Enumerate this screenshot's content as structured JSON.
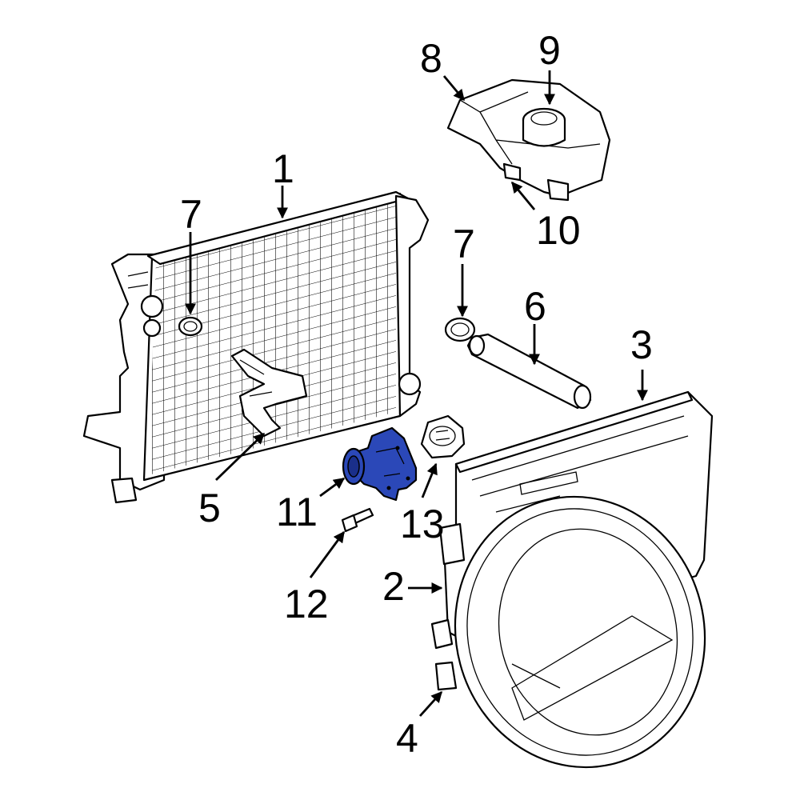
{
  "colors": {
    "highlight": "#2b48b8",
    "highlight_dark": "#1a2f8a",
    "line": "#000000",
    "background": "#ffffff"
  },
  "callouts": [
    {
      "id": "c1",
      "label": "1"
    },
    {
      "id": "c2",
      "label": "2"
    },
    {
      "id": "c3",
      "label": "3"
    },
    {
      "id": "c4",
      "label": "4"
    },
    {
      "id": "c5",
      "label": "5"
    },
    {
      "id": "c6",
      "label": "6"
    },
    {
      "id": "c7a",
      "label": "7"
    },
    {
      "id": "c7b",
      "label": "7"
    },
    {
      "id": "c8",
      "label": "8"
    },
    {
      "id": "c9",
      "label": "9"
    },
    {
      "id": "c10",
      "label": "10"
    },
    {
      "id": "c11",
      "label": "11"
    },
    {
      "id": "c12",
      "label": "12"
    },
    {
      "id": "c13",
      "label": "13"
    }
  ],
  "highlighted_part": "11"
}
